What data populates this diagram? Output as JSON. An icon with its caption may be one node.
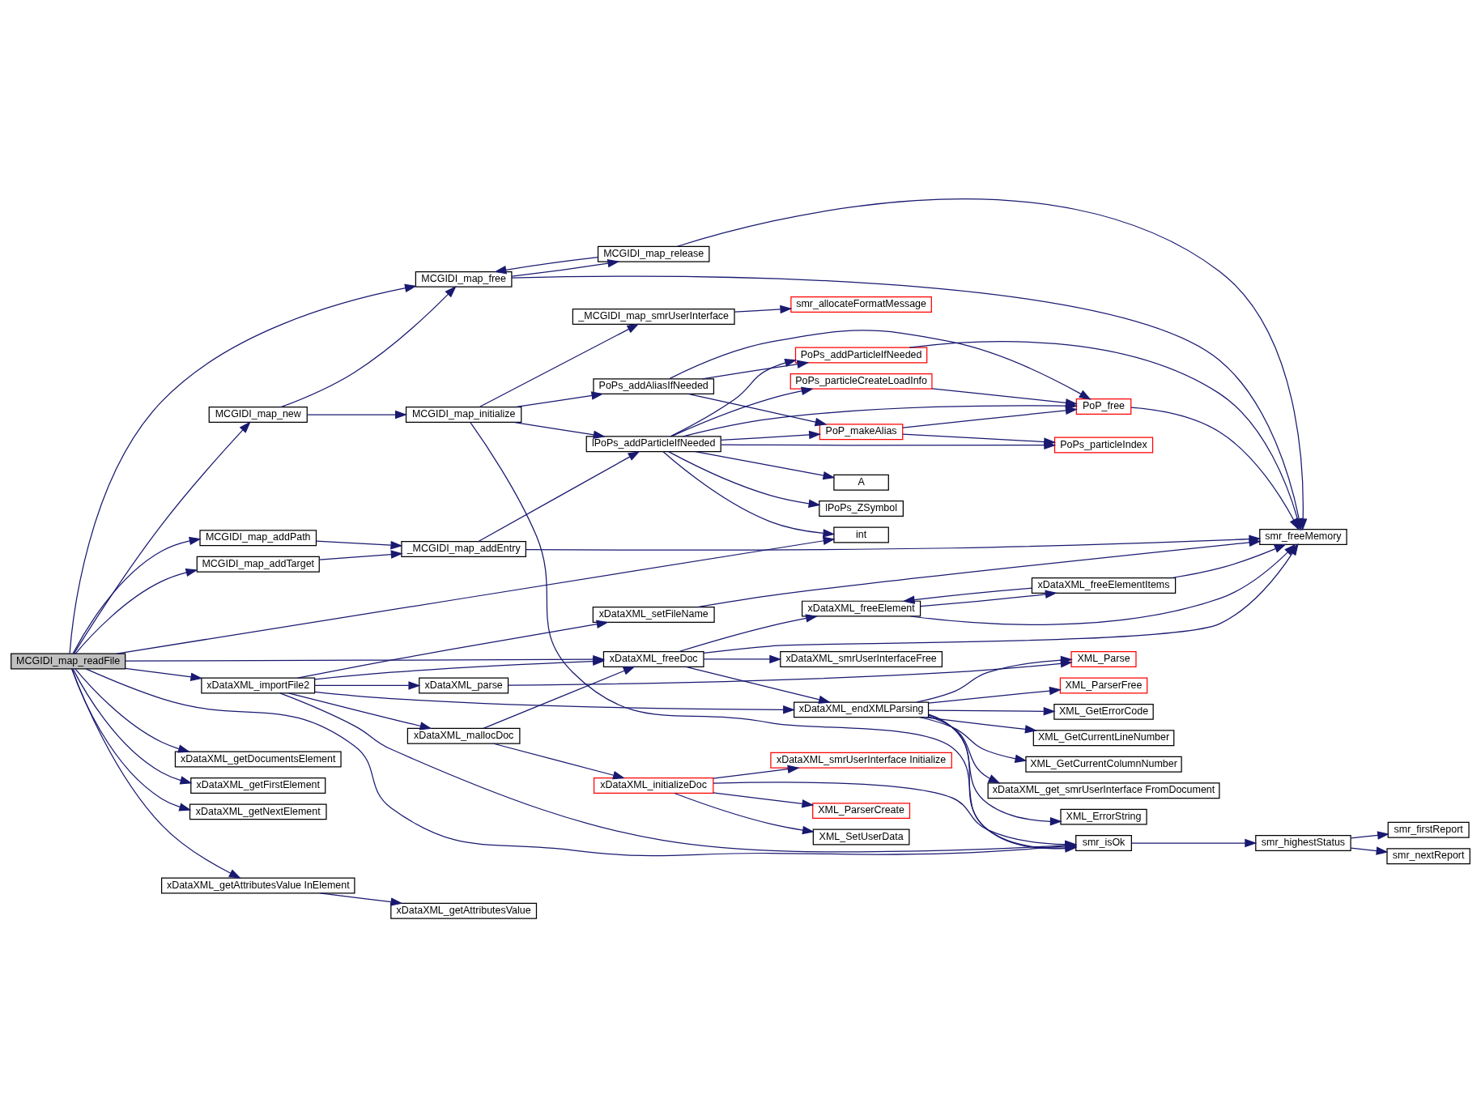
{
  "diagram": {
    "nodes": [
      {
        "text": [
          "MCGIDI_map_readFile"
        ]
      },
      {
        "text": [
          "MCGIDI_map_free"
        ]
      },
      {
        "text": [
          "MCGIDI_map_release"
        ]
      },
      {
        "text": [
          "smr_freeMemory"
        ]
      },
      {
        "text": [
          "MCGIDI_map_new"
        ]
      },
      {
        "text": [
          "MCGIDI_map_initialize"
        ]
      },
      {
        "text": [
          "_MCGIDI_map_smrUserInterface"
        ]
      },
      {
        "text": [
          "smr_allocateFormatMessage"
        ]
      },
      {
        "text": [
          "PoPs_addParticleIfNeeded"
        ]
      },
      {
        "text": [
          "PoPs_addAliasIfNeeded"
        ]
      },
      {
        "text": [
          "lPoPs_addParticleIfNeeded"
        ]
      },
      {
        "text": [
          "PoP_makeAlias"
        ]
      },
      {
        "text": [
          "PoP_free"
        ]
      },
      {
        "text": [
          "PoPs_particleCreateLoadInfo"
        ]
      },
      {
        "text": [
          "PoPs_particleIndex"
        ]
      },
      {
        "text": [
          "A"
        ]
      },
      {
        "text": [
          "lPoPs_ZSymbol"
        ]
      },
      {
        "text": [
          "int"
        ]
      },
      {
        "text": [
          "MCGIDI_map_addPath"
        ]
      },
      {
        "text": [
          "MCGIDI_map_addTarget"
        ]
      },
      {
        "text": [
          "_MCGIDI_map_addEntry"
        ]
      },
      {
        "text": [
          "xDataXML_setFileName"
        ]
      },
      {
        "text": [
          "xDataXML_freeElement"
        ]
      },
      {
        "text": [
          "xDataXML_freeElementItems"
        ]
      },
      {
        "text": [
          "xDataXML_importFile2"
        ]
      },
      {
        "text": [
          "xDataXML_parse"
        ]
      },
      {
        "text": [
          "xDataXML_freeDoc"
        ]
      },
      {
        "text": [
          "xDataXML_smrUserInterfaceFree"
        ]
      },
      {
        "text": [
          "XML_Parse"
        ]
      },
      {
        "text": [
          "xDataXML_endXMLParsing"
        ]
      },
      {
        "text": [
          "XML_GetCurrentColumnNumber"
        ]
      },
      {
        "text": [
          "xDataXML_get_smrUserInterface FromDocument"
        ]
      },
      {
        "text": [
          "xDataXML_mallocDoc"
        ]
      },
      {
        "text": [
          "XML_ErrorString"
        ]
      },
      {
        "text": [
          "XML_ParserFree"
        ]
      },
      {
        "text": [
          "xDataXML_initializeDoc"
        ]
      },
      {
        "text": [
          "XML_SetUserData"
        ]
      },
      {
        "text": [
          "xDataXML_smrUserInterface Initialize"
        ]
      },
      {
        "text": [
          "XML_GetErrorCode"
        ]
      },
      {
        "text": [
          "XML_ParserCreate"
        ]
      },
      {
        "text": [
          "XML_GetCurrentLineNumber"
        ]
      },
      {
        "text": [
          "smr_isOk"
        ]
      },
      {
        "text": [
          "smr_highestStatus"
        ]
      },
      {
        "text": [
          "smr_firstReport"
        ]
      },
      {
        "text": [
          "smr_nextReport"
        ]
      },
      {
        "text": [
          "xDataXML_getDocumentsElement"
        ]
      },
      {
        "text": [
          "xDataXML_getFirstElement"
        ]
      },
      {
        "text": [
          "xDataXML_getNextElement"
        ]
      },
      {
        "text": [
          "xDataXML_getAttributesValue InElement"
        ]
      },
      {
        "text": [
          "xDataXML_getAttributesValue"
        ]
      }
    ],
    "edges": [
      {
        "from": 0,
        "to": 1,
        "arrow": "to"
      },
      {
        "from": 0,
        "to": 4,
        "arrow": "to"
      },
      {
        "from": 0,
        "to": 18,
        "arrow": "to"
      },
      {
        "from": 0,
        "to": 19,
        "arrow": "to"
      },
      {
        "from": 0,
        "to": 17,
        "arrow": "to"
      },
      {
        "from": 0,
        "to": 26,
        "arrow": "to"
      },
      {
        "from": 0,
        "to": 24,
        "arrow": "to"
      },
      {
        "from": 0,
        "to": 41,
        "arrow": "to"
      },
      {
        "from": 0,
        "to": 45,
        "arrow": "to"
      },
      {
        "from": 0,
        "to": 46,
        "arrow": "to"
      },
      {
        "from": 0,
        "to": 47,
        "arrow": "to"
      },
      {
        "from": 0,
        "to": 48,
        "arrow": "to"
      },
      {
        "from": 1,
        "to": 2,
        "arrow": "to"
      },
      {
        "from": 1,
        "to": 3,
        "arrow": "to"
      },
      {
        "from": 2,
        "to": 1,
        "arrow": "to"
      },
      {
        "from": 2,
        "to": 3,
        "arrow": "to"
      },
      {
        "from": 4,
        "to": 1,
        "arrow": "to"
      },
      {
        "from": 4,
        "to": 5,
        "arrow": "to"
      },
      {
        "from": 5,
        "to": 6,
        "arrow": "to"
      },
      {
        "from": 5,
        "to": 9,
        "arrow": "to"
      },
      {
        "from": 5,
        "to": 10,
        "arrow": "to"
      },
      {
        "from": 5,
        "to": 41,
        "arrow": "to"
      },
      {
        "from": 6,
        "to": 7,
        "arrow": "to"
      },
      {
        "from": 8,
        "to": 3,
        "arrow": "to"
      },
      {
        "from": 9,
        "to": 8,
        "arrow": "to"
      },
      {
        "from": 9,
        "to": 12,
        "arrow": "to"
      },
      {
        "from": 9,
        "to": 11,
        "arrow": "to"
      },
      {
        "from": 10,
        "to": 8,
        "arrow": "to"
      },
      {
        "from": 10,
        "to": 12,
        "arrow": "to"
      },
      {
        "from": 10,
        "to": 11,
        "arrow": "to"
      },
      {
        "from": 10,
        "to": 13,
        "arrow": "to"
      },
      {
        "from": 10,
        "to": 14,
        "arrow": "to"
      },
      {
        "from": 10,
        "to": 15,
        "arrow": "to"
      },
      {
        "from": 10,
        "to": 16,
        "arrow": "to"
      },
      {
        "from": 10,
        "to": 17,
        "arrow": "to"
      },
      {
        "from": 11,
        "to": 12,
        "arrow": "to"
      },
      {
        "from": 11,
        "to": 14,
        "arrow": "to"
      },
      {
        "from": 13,
        "to": 12,
        "arrow": "to"
      },
      {
        "from": 12,
        "to": 3,
        "arrow": "to"
      },
      {
        "from": 18,
        "to": 20,
        "arrow": "to"
      },
      {
        "from": 19,
        "to": 20,
        "arrow": "to"
      },
      {
        "from": 20,
        "to": 10,
        "arrow": "to"
      },
      {
        "from": 20,
        "to": 3,
        "arrow": "to"
      },
      {
        "from": 21,
        "to": 3,
        "arrow": "to"
      },
      {
        "from": 22,
        "to": 23,
        "arrow": "to"
      },
      {
        "from": 22,
        "to": 3,
        "arrow": "to"
      },
      {
        "from": 23,
        "to": 22,
        "arrow": "to"
      },
      {
        "from": 23,
        "to": 3,
        "arrow": "to"
      },
      {
        "from": 24,
        "to": 21,
        "arrow": "to"
      },
      {
        "from": 24,
        "to": 25,
        "arrow": "to"
      },
      {
        "from": 24,
        "to": 26,
        "arrow": "to"
      },
      {
        "from": 24,
        "to": 29,
        "arrow": "to"
      },
      {
        "from": 24,
        "to": 32,
        "arrow": "to"
      },
      {
        "from": 24,
        "to": 41,
        "arrow": "to"
      },
      {
        "from": 25,
        "to": 28,
        "arrow": "to"
      },
      {
        "from": 26,
        "to": 22,
        "arrow": "to"
      },
      {
        "from": 26,
        "to": 3,
        "arrow": "to"
      },
      {
        "from": 26,
        "to": 27,
        "arrow": "to"
      },
      {
        "from": 26,
        "to": 29,
        "arrow": "to"
      },
      {
        "from": 29,
        "to": 28,
        "arrow": "to"
      },
      {
        "from": 29,
        "to": 30,
        "arrow": "to"
      },
      {
        "from": 29,
        "to": 31,
        "arrow": "to"
      },
      {
        "from": 29,
        "to": 33,
        "arrow": "to"
      },
      {
        "from": 29,
        "to": 34,
        "arrow": "to"
      },
      {
        "from": 29,
        "to": 38,
        "arrow": "to"
      },
      {
        "from": 29,
        "to": 40,
        "arrow": "to"
      },
      {
        "from": 29,
        "to": 41,
        "arrow": "to"
      },
      {
        "from": 32,
        "to": 26,
        "arrow": "to"
      },
      {
        "from": 32,
        "to": 35,
        "arrow": "to"
      },
      {
        "from": 35,
        "to": 36,
        "arrow": "to"
      },
      {
        "from": 35,
        "to": 37,
        "arrow": "to"
      },
      {
        "from": 35,
        "to": 39,
        "arrow": "to"
      },
      {
        "from": 35,
        "to": 41,
        "arrow": "to"
      },
      {
        "from": 41,
        "to": 42,
        "arrow": "to"
      },
      {
        "from": 42,
        "to": 43,
        "arrow": "to"
      },
      {
        "from": 42,
        "to": 44,
        "arrow": "to"
      },
      {
        "from": 48,
        "to": 49,
        "arrow": "to"
      }
    ]
  }
}
